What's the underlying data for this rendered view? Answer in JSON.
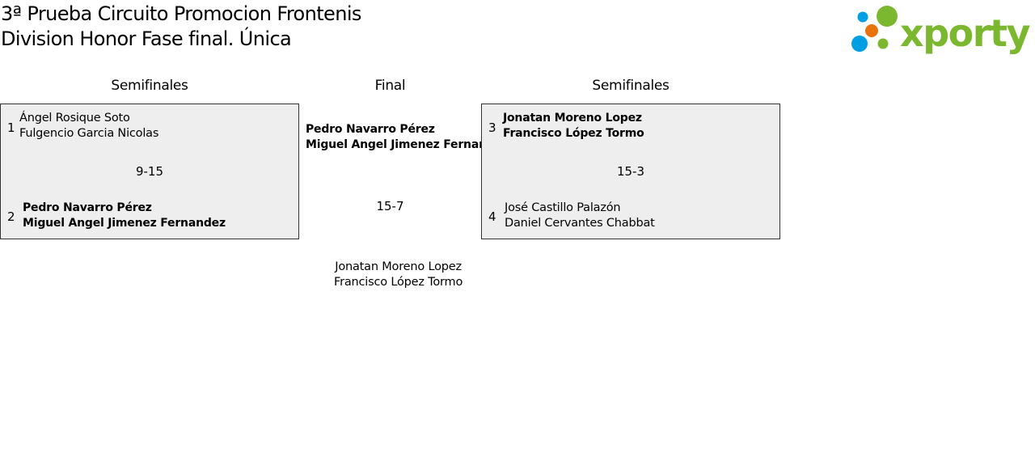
{
  "header": {
    "title_line1": "3ª Prueba Circuito Promocion Frontenis",
    "title_line2": "Division Honor Fase final. Única",
    "logo_text": "xporty"
  },
  "columns": {
    "left": "Semifinales",
    "center": "Final",
    "right": "Semifinales"
  },
  "semifinal1": {
    "team1": {
      "seed": "1",
      "player1": "Ángel Rosique Soto",
      "player2": "Fulgencio Garcia Nicolas"
    },
    "score": "9-15",
    "team2": {
      "seed": "2",
      "player1": "Pedro Navarro Pérez",
      "player2": "Miguel Angel Jimenez Fernandez"
    }
  },
  "semifinal2": {
    "team1": {
      "seed": "3",
      "player1": "Jonatan Moreno Lopez",
      "player2": "Francisco López Tormo"
    },
    "score": "15-3",
    "team2": {
      "seed": "4",
      "player1": "José Castillo Palazón",
      "player2": "Daniel Cervantes Chabbat"
    }
  },
  "final": {
    "team1": {
      "player1": "Pedro Navarro Pérez",
      "player2": "Miguel Angel Jimenez Fernandez"
    },
    "score": "15-7",
    "team2": {
      "player1": "Jonatan Moreno Lopez",
      "player2": "Francisco López Tormo"
    }
  },
  "colors": {
    "logo_green": "#7cb82f",
    "logo_blue": "#009ee3",
    "logo_orange": "#e8720c",
    "box_bg": "#eeeeee"
  }
}
